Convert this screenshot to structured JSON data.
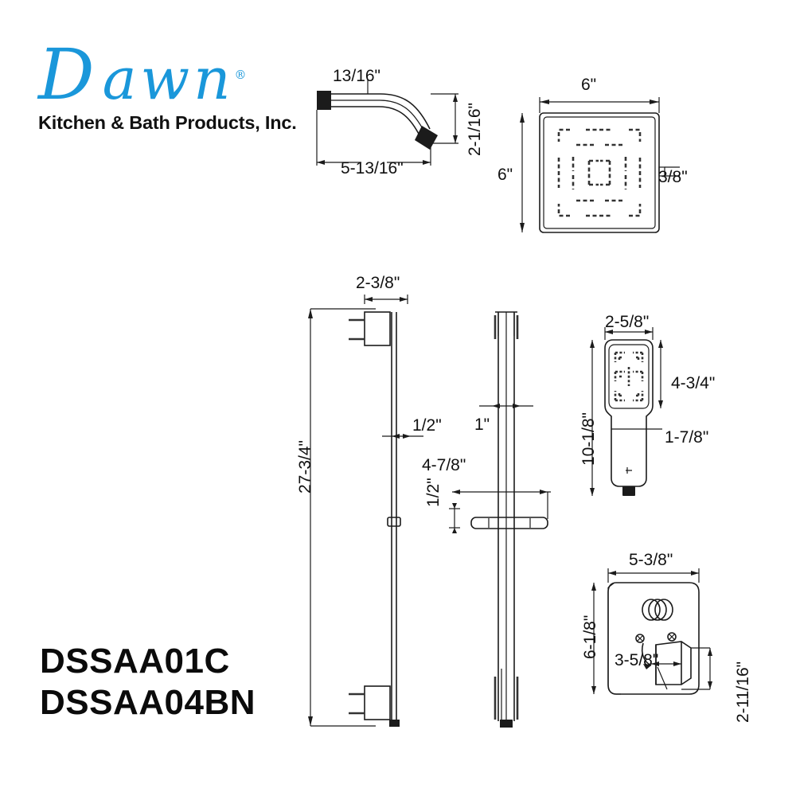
{
  "brand": {
    "script_cap": "D",
    "script_rest": "awn",
    "registered": "®",
    "subtitle": "Kitchen & Bath Products, Inc.",
    "color": "#1a97da"
  },
  "models": {
    "primary": "DSSAA01C",
    "secondary": "DSSAA04BN"
  },
  "views": {
    "shower_arm": {
      "name": "shower-arm",
      "dims": {
        "diameter": "13/16\"",
        "length": "5-13/16\"",
        "drop": "2-1/16\""
      }
    },
    "shower_head": {
      "name": "square-shower-head",
      "dims": {
        "width": "6\"",
        "height": "6\"",
        "thickness": "3/8\""
      }
    },
    "slide_bar_front": {
      "name": "slide-bar-front",
      "dims": {
        "bracket_width": "2-3/8\"",
        "total_height": "27-3/4\"",
        "bar_width": "1/2\""
      }
    },
    "slide_bar_side": {
      "name": "slide-bar-side",
      "dims": {
        "depth": "1\"",
        "holder_width": "4-7/8\"",
        "holder_thickness": "1/2\""
      }
    },
    "hand_shower": {
      "name": "hand-shower",
      "dims": {
        "face_width": "2-5/8\"",
        "face_height": "4-3/4\"",
        "total_length": "10-1/8\"",
        "handle_width": "1-7/8\""
      }
    },
    "valve_trim": {
      "name": "valve-trim-plate",
      "dims": {
        "width": "5-3/8\"",
        "height": "6-1/8\"",
        "handle_projection": "3-5/8\"",
        "handle_height": "2-11/16\""
      }
    }
  },
  "colors": {
    "line": "#1b1b1b",
    "brand_blue": "#1a97da",
    "text": "#0b0b0b"
  }
}
